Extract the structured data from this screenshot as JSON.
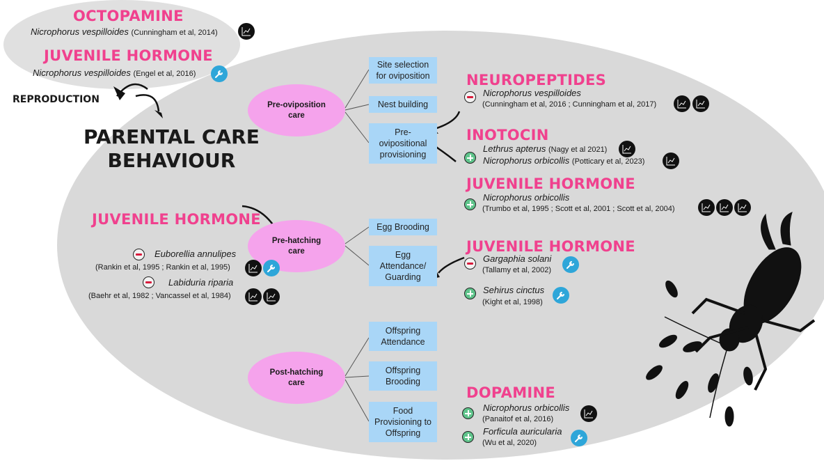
{
  "colors": {
    "accent": "#f0418e",
    "box": "#a9d6f7",
    "stage": "#f5a3ec",
    "ellipse": "#d9d9d9",
    "positive": "#5fc48b",
    "negative": "#d81b3c",
    "tool_badge": "#2ea6d9"
  },
  "top": {
    "octopamine": {
      "title": "OCTOPAMINE",
      "species": "Nicrophorus vespilloides",
      "ref": "(Cunningham et al, 2014)",
      "badge": "plot-icon"
    },
    "juvenile": {
      "title": "JUVENILE HORMONE",
      "species": "Nicrophorus vespilloides",
      "ref": "(Engel et al, 2016)",
      "badge": "wrench-icon"
    },
    "reproduction": "REPRODUCTION",
    "main_title_line1": "PARENTAL CARE",
    "main_title_line2": "BEHAVIOUR"
  },
  "stages": [
    {
      "line1": "Pre-oviposition",
      "line2": "care"
    },
    {
      "line1": "Pre-hatching",
      "line2": "care"
    },
    {
      "line1": "Post-hatching",
      "line2": "care"
    }
  ],
  "behaviours": {
    "site": [
      "Site selection",
      "for oviposition"
    ],
    "nest": [
      "Nest building"
    ],
    "provisioning": [
      "Pre-",
      "ovipositional",
      "provisioning"
    ],
    "egg_brooding": [
      "Egg Brooding"
    ],
    "egg_attendance": [
      "Egg",
      "Attendance/",
      "Guarding"
    ],
    "offspring_attendance": [
      "Offspring",
      "Attendance"
    ],
    "offspring_brooding": [
      "Offspring",
      "Brooding"
    ],
    "food": [
      "Food",
      "Provisioning to",
      "Offspring"
    ]
  },
  "right": {
    "neuropeptides": {
      "title": "NEUROPEPTIDES",
      "species": "Nicrophorus vespilloides",
      "ref": "(Cunningham et al, 2016 ; Cunningham et al, 2017)"
    },
    "inotocin": {
      "title": "INOTOCIN",
      "row1_species": "Lethrus apterus",
      "row1_ref": "(Nagy et al 2021)",
      "row2_species": "Nicrophorus orbicollis",
      "row2_ref": "(Potticary et al, 2023)"
    },
    "jh_preovi": {
      "title": "JUVENILE HORMONE",
      "species": "Nicrophorus orbicollis",
      "ref": "(Trumbo et al, 1995 ; Scott et al, 2001 ; Scott et al, 2004)"
    },
    "jh_prehatch": {
      "title": "JUVENILE HORMONE",
      "row1_species": "Gargaphia solani",
      "row1_ref": "(Tallamy et al, 2002)",
      "row2_species": "Sehirus cinctus",
      "row2_ref": "(Kight et al, 1998)"
    },
    "dopamine": {
      "title": "DOPAMINE",
      "row1_species": "Nicrophorus orbicollis",
      "row1_ref": "(Panaitof et al, 2016)",
      "row2_species": "Forficula auricularia",
      "row2_ref": "(Wu et al, 2020)"
    }
  },
  "left_jh": {
    "title": "JUVENILE HORMONE",
    "row1_species": "Euborellia annulipes",
    "row1_ref": "(Rankin et al, 1995 ; Rankin et al, 1995)",
    "row2_species": "Labiduria riparia",
    "row2_ref": "(Baehr et al, 1982 ; Vancassel et al, 1984)"
  }
}
